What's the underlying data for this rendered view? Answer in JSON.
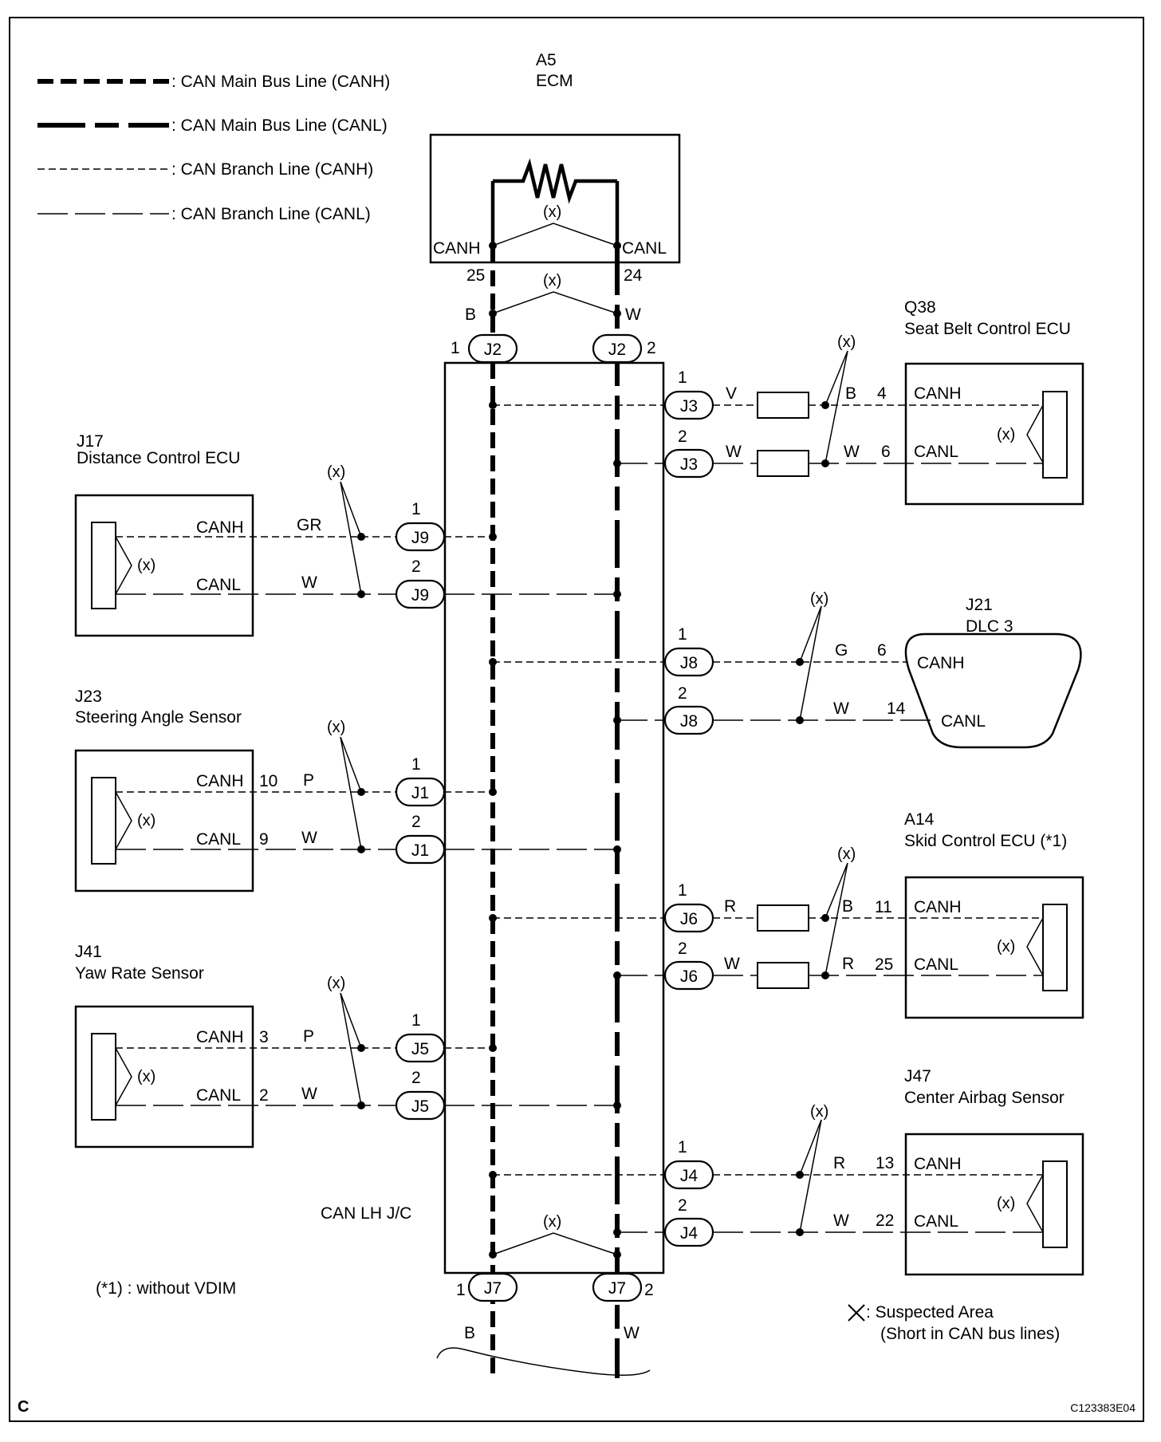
{
  "legend": {
    "main_canh": ": CAN Main Bus Line (CANH)",
    "main_canl": ": CAN Main Bus Line (CANL)",
    "branch_canh": ": CAN Branch Line (CANH)",
    "branch_canl": ": CAN Branch Line (CANL)"
  },
  "ecm": {
    "code": "A5",
    "name": "ECM",
    "canh": "CANH",
    "canl": "CANL",
    "canh_pin": "25",
    "canl_pin": "24",
    "canh_wire": "B",
    "canl_wire": "W"
  },
  "jc": {
    "name": "CAN LH J/C",
    "top_connector": "J2",
    "top_pin_left": "1",
    "top_pin_right": "2",
    "bottom_connector": "J7",
    "bottom_pin_left": "1",
    "bottom_pin_right": "2",
    "bottom_wire_left": "B",
    "bottom_wire_right": "W"
  },
  "marker": "(x)",
  "pin1": "1",
  "pin2": "2",
  "canh_text": "CANH",
  "canl_text": "CANL",
  "ecus": {
    "seat_belt": {
      "code": "Q38",
      "name": "Seat Belt Control ECU",
      "connector": "J3",
      "canh_wire": "V",
      "canl_wire": "W",
      "canh_wire_ecu": "B",
      "canl_wire_ecu": "W",
      "canh_pin": "4",
      "canl_pin": "6"
    },
    "distance": {
      "code": "J17",
      "name": "Distance Control ECU",
      "connector": "J9",
      "canh_wire": "GR",
      "canl_wire": "W"
    },
    "dlc": {
      "code": "J21",
      "name": "DLC 3",
      "connector": "J8",
      "canh_wire": "G",
      "canl_wire": "W",
      "canh_pin": "6",
      "canl_pin": "14"
    },
    "steering": {
      "code": "J23",
      "name": "Steering Angle Sensor",
      "connector": "J1",
      "canh_wire": "P",
      "canl_wire": "W",
      "canh_pin": "10",
      "canl_pin": "9"
    },
    "skid": {
      "code": "A14",
      "name": "Skid Control ECU (*1)",
      "connector": "J6",
      "canh_wire": "R",
      "canl_wire": "W",
      "canh_wire_ecu": "B",
      "canl_wire_ecu": "R",
      "canh_pin": "11",
      "canl_pin": "25"
    },
    "yaw": {
      "code": "J41",
      "name": "Yaw Rate Sensor",
      "connector": "J5",
      "canh_wire": "P",
      "canl_wire": "W",
      "canh_pin": "3",
      "canl_pin": "2"
    },
    "airbag": {
      "code": "J47",
      "name": "Center Airbag Sensor",
      "connector": "J4",
      "canh_wire": "R",
      "canl_wire": "W",
      "canh_pin": "13",
      "canl_pin": "22"
    }
  },
  "notes": {
    "footnote": "(*1) : without VDIM",
    "suspected_line1": ": Suspected Area",
    "suspected_line2": "(Short in CAN bus lines)",
    "corner_letter": "C",
    "figure_code": "C123383E04"
  }
}
